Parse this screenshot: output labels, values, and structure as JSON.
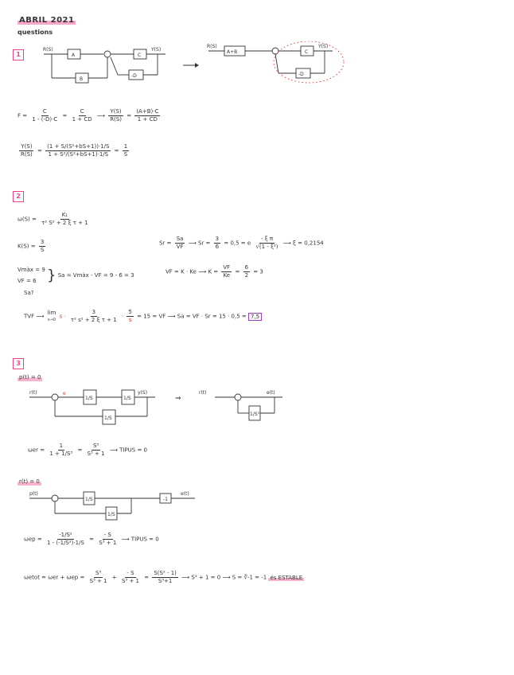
{
  "header": {
    "title": "ABRIL 2021",
    "subtitle": "questions"
  },
  "q1": {
    "number": "1",
    "diagram": {
      "input": "R(S)",
      "output": "Y(S)",
      "block_a": "A",
      "block_b": "B",
      "block_c": "C",
      "block_neg_d": "-D",
      "block_apb": "A+B"
    },
    "eq_f": {
      "lhs": "F =",
      "num1": "C",
      "den1": "1 - (-D)·C",
      "eqs": "=",
      "num2": "C",
      "den2": "1 + CD",
      "arrow": "⟶",
      "ynum": "Y(S)",
      "yden": "R(S)",
      "eqs2": "=",
      "num3": "(A+B)·C",
      "den3": "1 + CD"
    },
    "eq_y": {
      "ynum": "Y(S)",
      "yden": "R(S)",
      "eqs": "=",
      "num": "(1 + S/(S²+bS+1))·1/S",
      "den": "1 + S²/(S²+bS+1)·1/S",
      "eqs2": "=",
      "rnum": "1",
      "rden": "S"
    }
  },
  "q2": {
    "number": "2",
    "omega": {
      "lhs": "ω(S) =",
      "num": "K₁",
      "den": "τ² S² + 2 ξ τ + 1"
    },
    "k": {
      "lhs": "K(S) =",
      "num": "3",
      "den": "S"
    },
    "sr": {
      "t1": "Sr =",
      "n1": "Sa",
      "d1": "VF",
      "arrow": "⟶",
      "t2": "Sr =",
      "n2": "3",
      "d2": "6",
      "t3": "= 0,5 = e",
      "n3": "- ξ π",
      "d3": "√(1 - ξ²)",
      "arrow2": "⟶",
      "t4": "ξ = 0,2154"
    },
    "vmax": {
      "l1": "Vmàx = 9",
      "l2": "VF = 6",
      "brace": "}",
      "rhs": "Sa = Vmàx - VF = 9 - 6 = 3"
    },
    "vf": {
      "t1": "VF = K · Ke",
      "arrow": "⟶",
      "t2": "K =",
      "n": "VF",
      "d": "Ke",
      "t3": "=",
      "n2": "6",
      "d2": "2",
      "t4": "= 3"
    },
    "sa_q": "Sa?",
    "tvf": {
      "lhs": "TVF",
      "arrow": "⟶",
      "lim": "lim",
      "sub": "s→0",
      "s": "s ·",
      "n": "3",
      "d": "τ² s² + 2 ξ τ + 1",
      "dot": "·",
      "n2": "5",
      "d2": "s",
      "eq": "= 15 = VF",
      "arrow2": "⟶",
      "rhs": "Sa = VF · Sr = 15 · 0,5 =",
      "result": "7,5"
    }
  },
  "q3": {
    "number": "3",
    "cond1": "p(t) = 0",
    "diag1": {
      "input": "r(t)",
      "err": "e",
      "b1": "1/S",
      "b2": "1/S",
      "out": "y(S)",
      "fb": "1/S",
      "arrow": "⇒",
      "input2": "r(t)",
      "out2": "e(t)",
      "fb2": "1/S³"
    },
    "wer": {
      "lhs": "ωer =",
      "n1": "1",
      "d1": "1 + 1/S³",
      "eq": "=",
      "n2": "S³",
      "d2": "S³ + 1",
      "arrow": "⟶",
      "rhs": "TIPUS = 0"
    },
    "cond2": "r(t) = 0",
    "diag2": {
      "input": "p(t)",
      "b1": "1/S",
      "b2": "-1",
      "out": "e(t)",
      "fb": "1/S"
    },
    "wep": {
      "lhs": "ωep =",
      "n1": "-1/S²",
      "d1": "1 - (-1/S²)·1/S",
      "eq": "=",
      "n2": "- S",
      "d2": "S³ + 1",
      "arrow": "⟶",
      "rhs": "TIPUS = 0"
    },
    "wetot": {
      "lhs": "ωetot = ωer + ωep =",
      "n1": "S³",
      "d1": "S³ + 1",
      "plus": "+",
      "n2": "- S",
      "d2": "S³ + 1",
      "eq": "=",
      "n3": "S(S² - 1)",
      "d3": "S³+1",
      "arrow": "⟶",
      "t1": "S³ + 1 = 0",
      "arrow2": "⟶",
      "t2": "S = ∛-1 = -1",
      "t3": "és ESTABLE"
    }
  },
  "colors": {
    "pink": "#e8468c",
    "highlight": "#f7b3cf",
    "purple": "#9b3fc9",
    "red_mark": "#d9322b",
    "ink": "#333333"
  }
}
